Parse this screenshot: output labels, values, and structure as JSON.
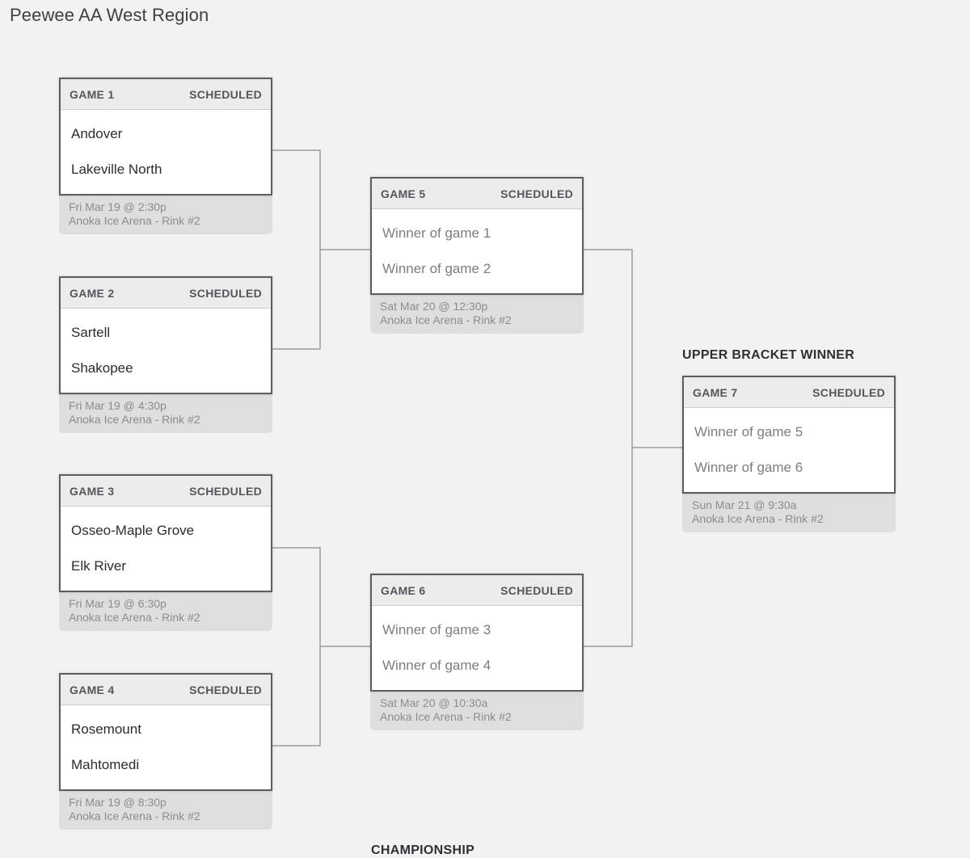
{
  "page": {
    "title": "Peewee AA West Region"
  },
  "labels": {
    "upper_bracket_winner": "UPPER BRACKET WINNER",
    "championship": "CHAMPIONSHIP"
  },
  "games": [
    {
      "name": "GAME 1",
      "status": "SCHEDULED",
      "teams": [
        "Andover",
        "Lakeville North"
      ],
      "date": "Fri Mar 19 @ 2:30p",
      "venue": "Anoka Ice Arena - Rink #2"
    },
    {
      "name": "GAME 2",
      "status": "SCHEDULED",
      "teams": [
        "Sartell",
        "Shakopee"
      ],
      "date": "Fri Mar 19 @ 4:30p",
      "venue": "Anoka Ice Arena - Rink #2"
    },
    {
      "name": "GAME 3",
      "status": "SCHEDULED",
      "teams": [
        "Osseo-Maple Grove",
        "Elk River"
      ],
      "date": "Fri Mar 19 @ 6:30p",
      "venue": "Anoka Ice Arena - Rink #2"
    },
    {
      "name": "GAME 4",
      "status": "SCHEDULED",
      "teams": [
        "Rosemount",
        "Mahtomedi"
      ],
      "date": "Fri Mar 19 @ 8:30p",
      "venue": "Anoka Ice Arena - Rink #2"
    },
    {
      "name": "GAME 5",
      "status": "SCHEDULED",
      "teams": [
        "Winner of game 1",
        "Winner of game 2"
      ],
      "date": "Sat Mar 20 @ 12:30p",
      "venue": "Anoka Ice Arena - Rink #2"
    },
    {
      "name": "GAME 6",
      "status": "SCHEDULED",
      "teams": [
        "Winner of game 3",
        "Winner of game 4"
      ],
      "date": "Sat Mar 20 @ 10:30a",
      "venue": "Anoka Ice Arena - Rink #2"
    },
    {
      "name": "GAME 7",
      "status": "SCHEDULED",
      "teams": [
        "Winner of game 5",
        "Winner of game 6"
      ],
      "date": "Sun Mar 21 @ 9:30a",
      "venue": "Anoka Ice Arena - Rink #2"
    }
  ]
}
